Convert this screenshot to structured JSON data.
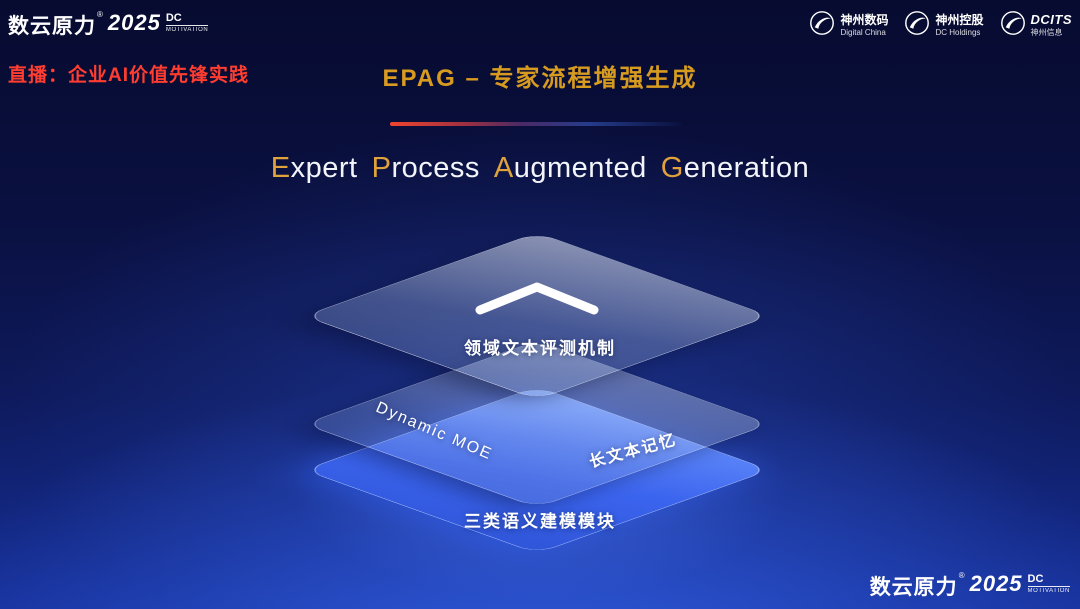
{
  "brand": {
    "name": "数云原力",
    "reg": "®",
    "year": "2025",
    "line1": "DC",
    "line2": "MOTIVATION"
  },
  "header": {
    "live_label": "直播：企业AI价值先锋实践",
    "title": "EPAG – 专家流程增强生成"
  },
  "partners": [
    {
      "name": "神州数码",
      "sub": "Digital China"
    },
    {
      "name": "神州控股",
      "sub": "DC Holdings"
    },
    {
      "name": "DCITS",
      "sub": "神州信息"
    }
  ],
  "heading": {
    "full": "Expert Process Augmented Generation",
    "parts": [
      {
        "initial": "E",
        "rest": "xpert"
      },
      {
        "initial": "P",
        "rest": "rocess"
      },
      {
        "initial": "A",
        "rest": "ugmented"
      },
      {
        "initial": "G",
        "rest": "eneration"
      }
    ]
  },
  "diagram": {
    "layer1_label": "领域文本评测机制",
    "layer2_label_left": "Dynamic MOE",
    "layer2_label_right": "长文本记忆",
    "layer3_label": "三类语义建模模块"
  },
  "icons": {
    "layer_top_icon": "chevron-up",
    "partner_logo_icon": "swoosh-circle"
  },
  "colors": {
    "gold": "#d79b20",
    "live_red": "#ff3d30",
    "layer_blue": "#3b64ee",
    "background_navy": "#0a1040"
  }
}
